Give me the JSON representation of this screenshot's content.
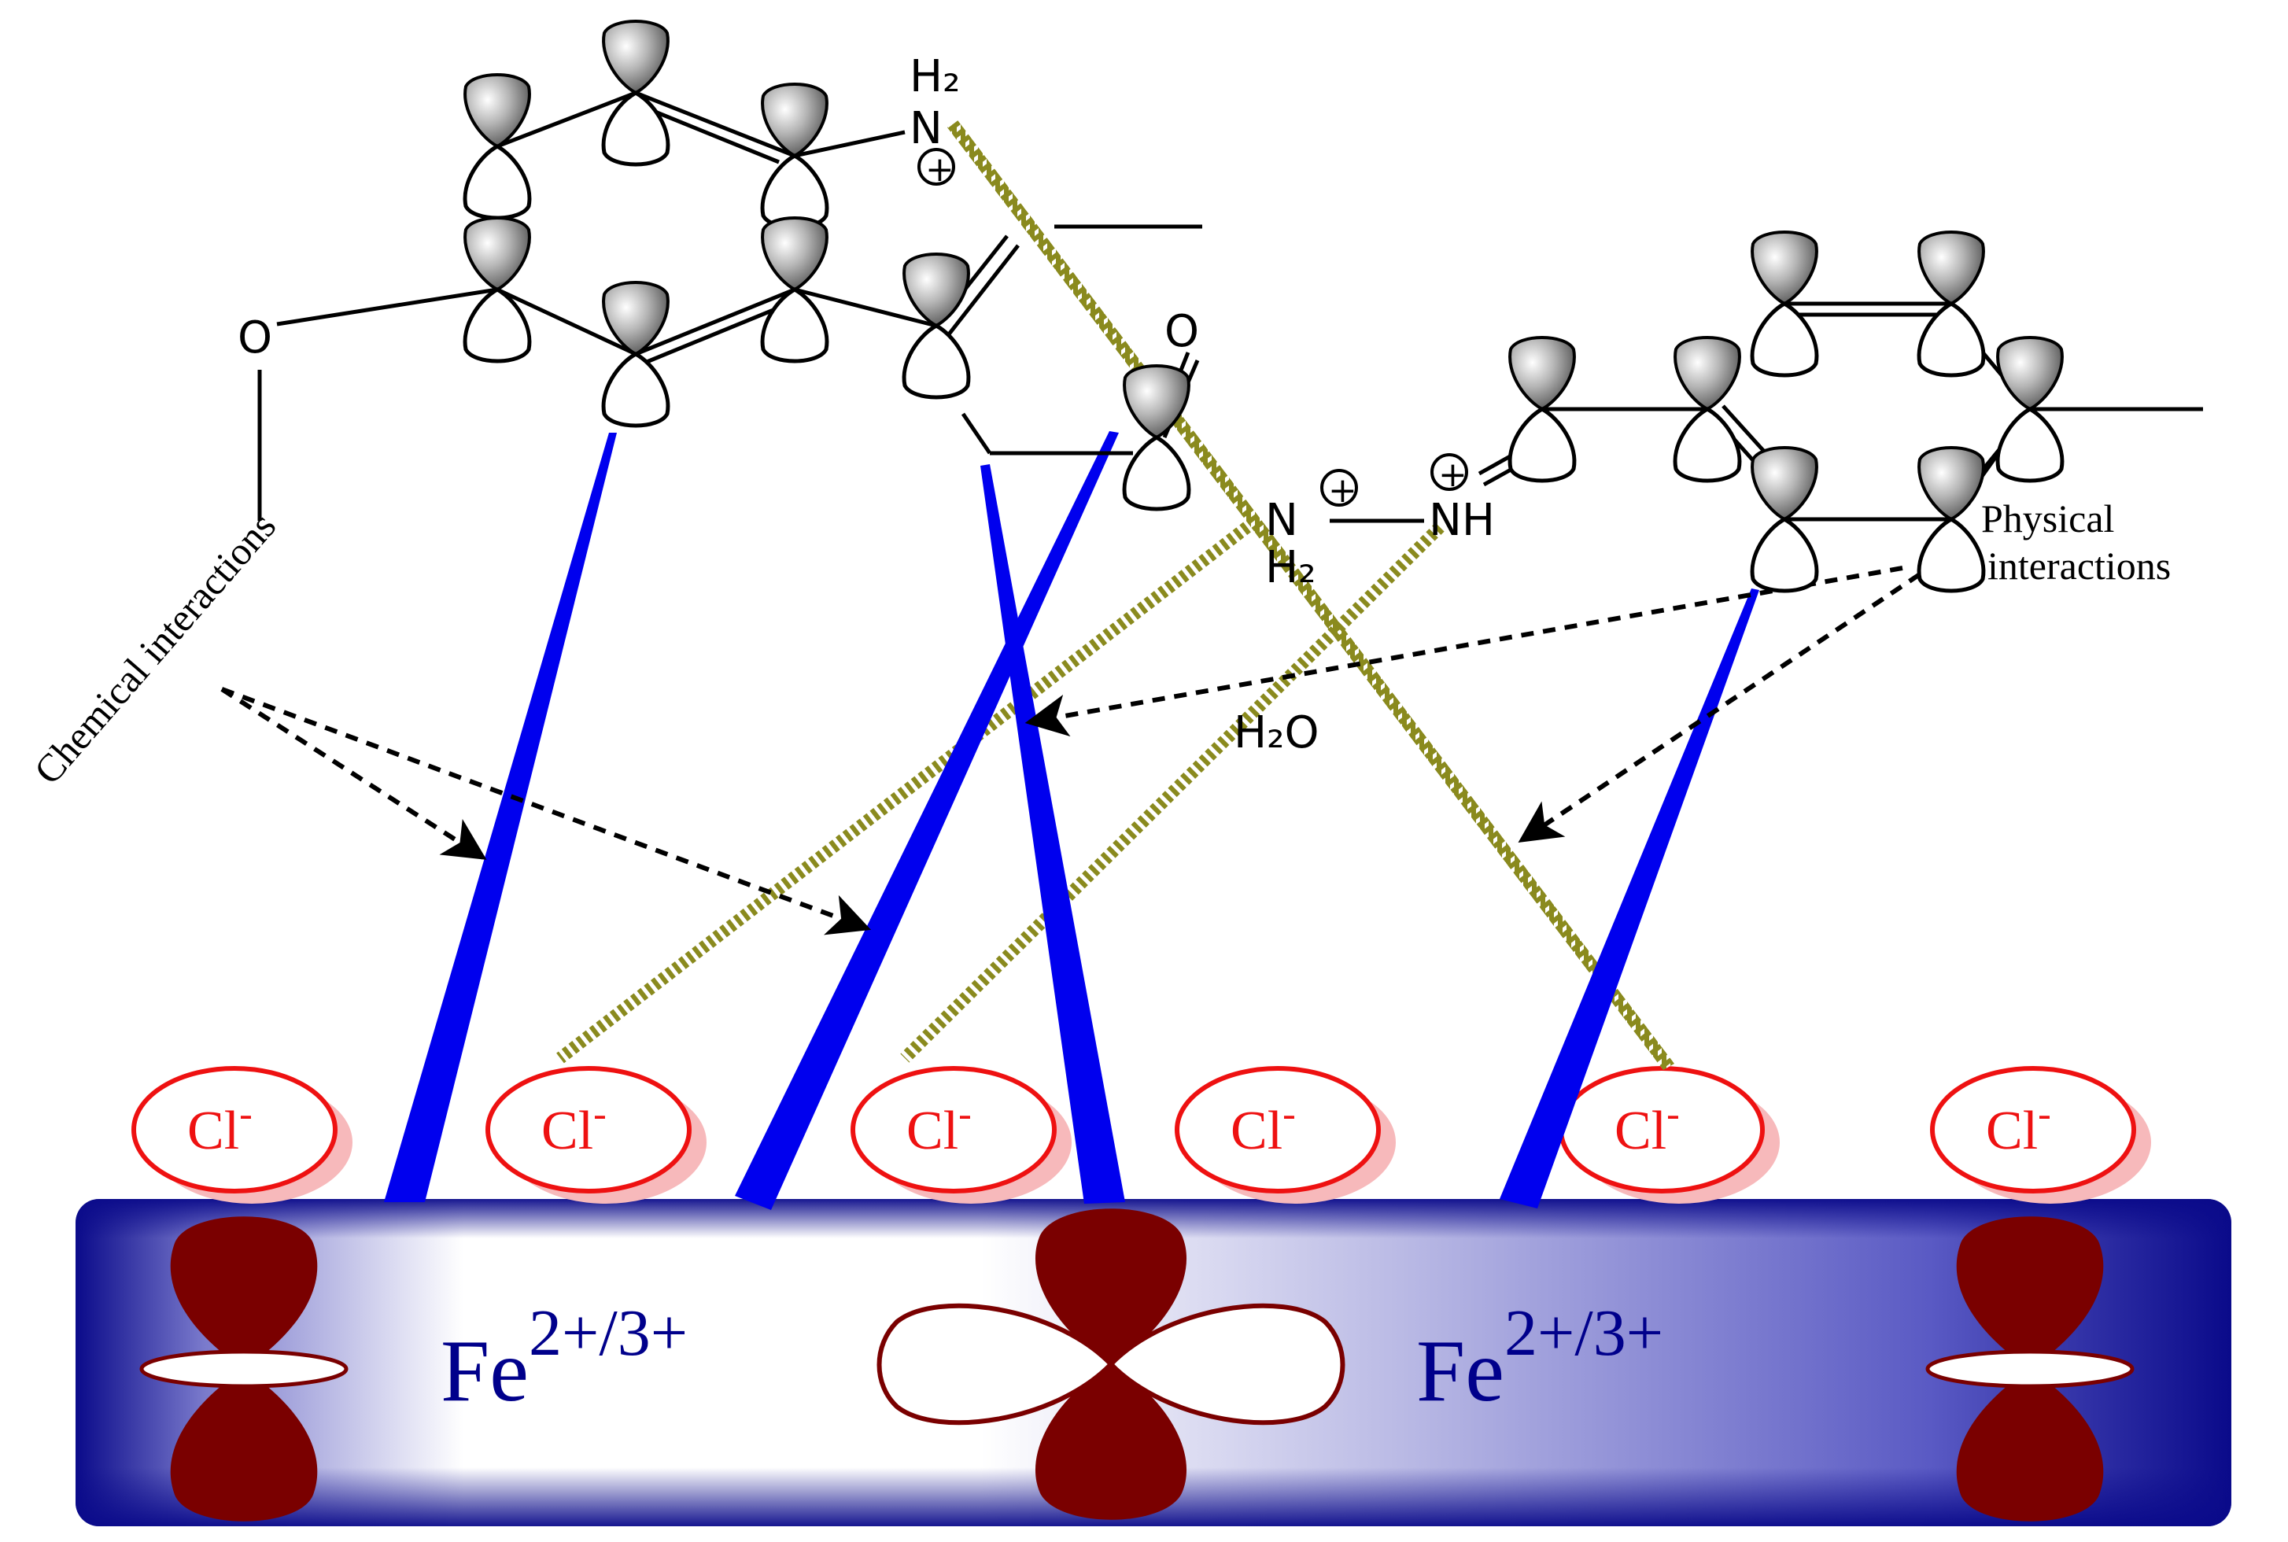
{
  "labels": {
    "chemical": "Chemical interactions",
    "physical_line1": "Physical",
    "physical_line2": "interactions",
    "water": "H₂O",
    "oxygen_top": "O",
    "oxygen_left": "O",
    "nh2_h": "H₂",
    "nh2_n": "N",
    "n_left": "N",
    "n_left_h2": "H₂",
    "nh_right": "NH",
    "charge": "+"
  },
  "surface": {
    "fe_base": "Fe",
    "fe_sup": "2+/3+",
    "chloride_base": "Cl",
    "chloride_sup": "-",
    "chloride_count": 6
  },
  "colors": {
    "surface_dark": "#0b0b8c",
    "surface_light": "#ffffff",
    "bond_blue": "#0000ee",
    "hbond_olive": "#8a8a1e",
    "chloride_red": "#ee1111",
    "orbital_maroon": "#7a0000",
    "fe_text": "#00008b"
  }
}
